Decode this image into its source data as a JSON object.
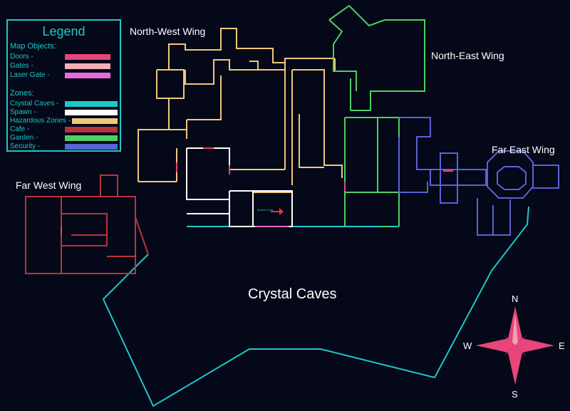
{
  "legend": {
    "title": "Legend",
    "map_objects_heading": "Map Objects:",
    "zones_heading": "Zones:",
    "map_objects": [
      {
        "label": "Doors -",
        "color": "#e8457a"
      },
      {
        "label": "Gates -",
        "color": "#f2b0b8"
      },
      {
        "label": "Laser Gate -",
        "color": "#e86ad8"
      }
    ],
    "zones": [
      {
        "label": "Crystal Caves -",
        "color": "#1ec8c8"
      },
      {
        "label": "Spawn -",
        "color": "#ffffff"
      },
      {
        "label": "Hazardous Zones -",
        "color": "#f0c878"
      },
      {
        "label": "Cafe -",
        "color": "#b8343a"
      },
      {
        "label": "Garden -",
        "color": "#4ed060"
      },
      {
        "label": "Security -",
        "color": "#5a62d8"
      }
    ]
  },
  "labels": {
    "north_west_wing": "North-West Wing",
    "north_east_wing": "North-East Wing",
    "far_west_wing": "Far West Wing",
    "far_east_wing": "Far East Wing",
    "crystal_caves": "Crystal Caves",
    "spawn_room": "Spawn Point"
  },
  "compass": {
    "n": "N",
    "e": "E",
    "s": "S",
    "w": "W",
    "color": "#e8457a",
    "highlight": "#f2a0b0"
  },
  "colors": {
    "background": "#040818",
    "cave": "#1ec8c8",
    "spawn": "#ffffff",
    "hazard": "#f0c878",
    "cafe": "#b8343a",
    "garden": "#4ed060",
    "security": "#5a62d8",
    "door": "#e8457a",
    "gate": "#f2b0b8",
    "laser": "#e86ad8"
  }
}
